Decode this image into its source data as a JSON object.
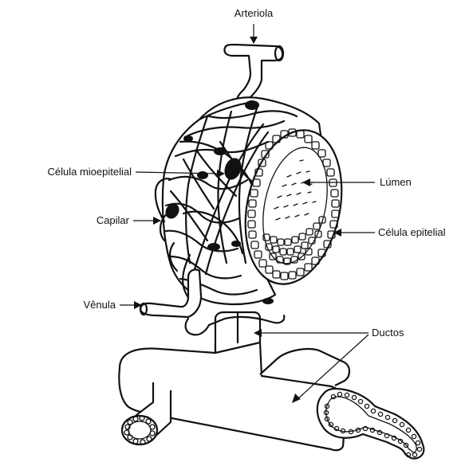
{
  "labels": {
    "arteriola": "Arteriola",
    "celula_mioepitelial": "Célula mioepitelial",
    "lumen": "Lúmen",
    "capilar": "Capilar",
    "celula_epitelial": "Célula epitelial",
    "venula": "Vênula",
    "ductos": "Ductos"
  },
  "colors": {
    "ink": "#111111",
    "background": "#ffffff"
  }
}
